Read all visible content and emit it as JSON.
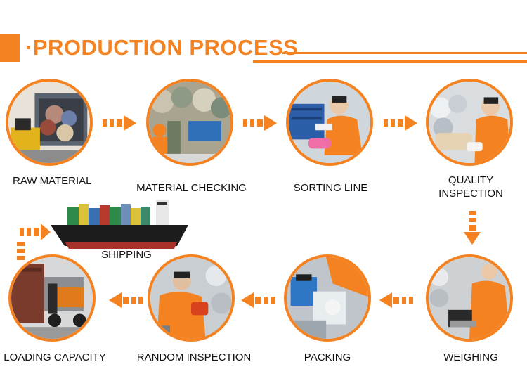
{
  "title": "·PRODUCTION PROCESS",
  "colors": {
    "accent": "#f58220",
    "text": "#111111"
  },
  "steps": [
    {
      "id": "raw-material",
      "label": "RAW MATERIAL"
    },
    {
      "id": "material-checking",
      "label": "MATERIAL CHECKING"
    },
    {
      "id": "sorting-line",
      "label": "SORTING LINE"
    },
    {
      "id": "quality-inspection",
      "label_line1": "QUALITY",
      "label_line2": "INSPECTION"
    },
    {
      "id": "weighing",
      "label": "WEIGHING"
    },
    {
      "id": "packing",
      "label": "PACKING"
    },
    {
      "id": "random-inspection",
      "label": "RANDOM INSPECTION"
    },
    {
      "id": "loading-capacity",
      "label": "LOADING CAPACITY"
    }
  ],
  "shipping": {
    "label": "SHIPPING"
  }
}
